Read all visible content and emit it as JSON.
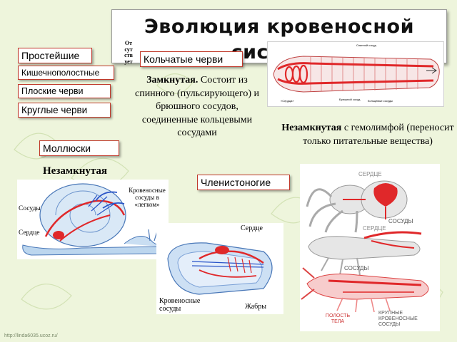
{
  "title": "Эволюция кровеносной системы",
  "vertical_note": "Отсутствует",
  "labels": {
    "protozoa": "Простейшие",
    "coelenterates": "Кишечнополостные",
    "flatworms": "Плоские черви",
    "roundworms": "Круглые черви",
    "annelids": "Кольчатые черви",
    "mollusks": "Моллюски",
    "arthropods": "Членистоногие"
  },
  "annelid_desc": {
    "bold": "Замкнутая.",
    "text": " Состоит из спинного (пульсирующего) и брюшного сосудов, соединенные кольцевыми сосудами"
  },
  "arthropod_desc": {
    "bold": "Незамкнутая",
    "text": " с гемолимфой (переносит только питательные вещества)"
  },
  "mollusk_heading": "Незамкнутая",
  "snail": {
    "lung_vessels": "Кровеносные сосуды в «легком»",
    "vessels": "Сосуды",
    "heart": "Сердце"
  },
  "clam": {
    "heart": "Сердце",
    "vessels": "Кровеносные сосуды",
    "gills": "Жабры"
  },
  "worm": {
    "dorsal_vessel": "Спинной сосуд",
    "hearts": "«Сердца»",
    "ventral_vessel": "Брюшной сосуд",
    "ring_vessels": "Кольцевые сосуды"
  },
  "arthropod_images": {
    "heart": "СЕРДЦЕ",
    "vessels_1": "СОСУДЫ",
    "heart_2": "СЕРДЦЕ",
    "vessels_2": "СОСУДЫ",
    "body_cavity": "ПОЛОСТЬ ТЕЛА",
    "ring_vessels": "КРУПНЫЕ КРОВЕНОСНЫЕ СОСУДЫ"
  },
  "watermark": "http://linda6035.ucoz.ru/",
  "colors": {
    "label_border": "#c0392b",
    "blood_red": "#e0282a",
    "vessel_blue": "#2a55c8",
    "background": "#eef5dc"
  }
}
